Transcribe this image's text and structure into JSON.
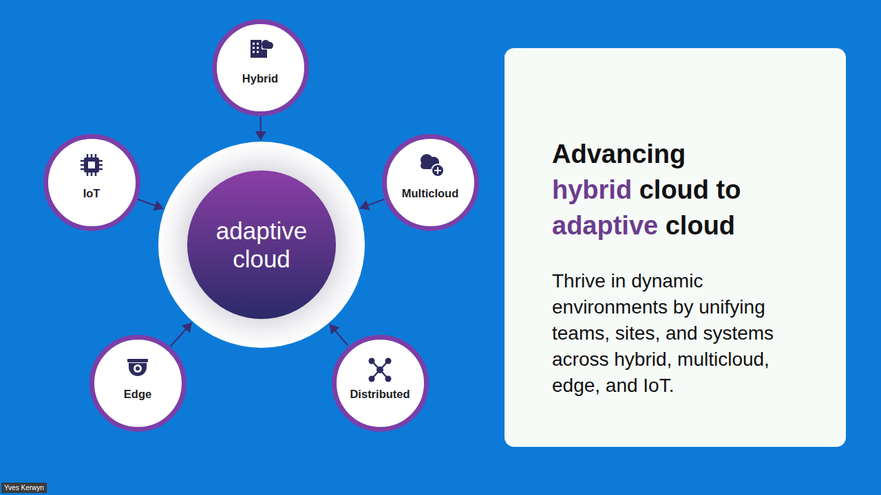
{
  "diagram": {
    "nodes": [
      {
        "text": [
          "Hybrid"
        ]
      },
      {
        "text": [
          "IoT"
        ]
      },
      {
        "text": [
          "Multicloud"
        ]
      },
      {
        "text": [
          "adaptive cloud"
        ]
      },
      {
        "text": [
          "Edge"
        ]
      },
      {
        "text": [
          "Distributed"
        ]
      },
      {
        "text": [
          "Advancing hybrid cloud to adaptive cloud",
          "Thrive in dynamic environments by unifying teams, sites, and systems across hybrid, multicloud, edge, and IoT."
        ]
      }
    ],
    "edges": [
      {
        "from": 0,
        "to": 3,
        "arrow": "to"
      },
      {
        "from": 1,
        "to": 3,
        "arrow": "to"
      },
      {
        "from": 2,
        "to": 3,
        "arrow": "to"
      },
      {
        "from": 4,
        "to": 3,
        "arrow": "to"
      },
      {
        "from": 5,
        "to": 3,
        "arrow": "to"
      }
    ],
    "labels": [
      "Yves Kerwyn"
    ]
  }
}
